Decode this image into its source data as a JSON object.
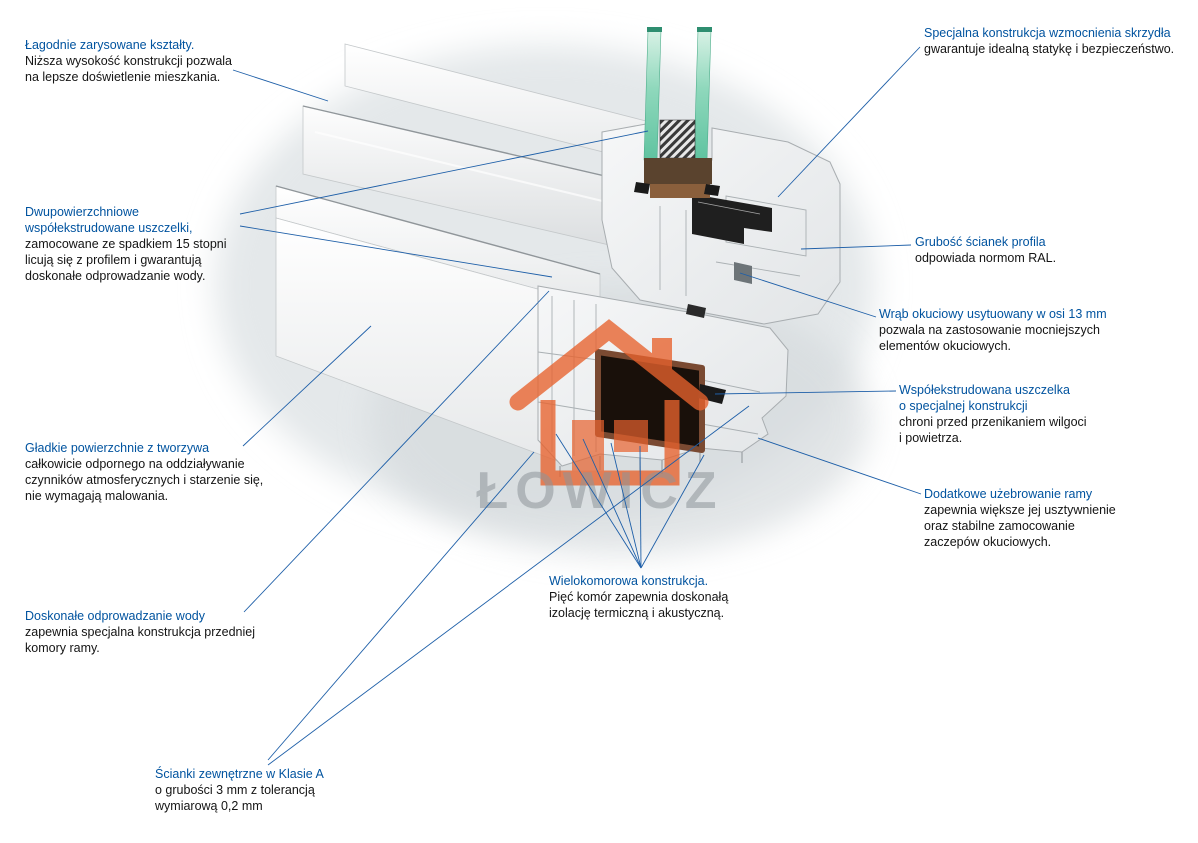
{
  "watermark": {
    "text": "ŁOWICZ"
  },
  "colors": {
    "accent_blue": "#00539F",
    "body_text": "#141414",
    "leader_line": "#1E5FA8",
    "watermark_orange": "#E8622D",
    "watermark_gray": "#8E959A",
    "glass_green": "#6CC7A8",
    "steel_dark": "#19100A"
  },
  "callouts": {
    "soft_shapes": {
      "title": "Łagodnie zarysowane kształty.",
      "body": "Niższa wysokość konstrukcji pozwala\nna lepsze doświetlenie mieszkania."
    },
    "gaskets": {
      "title": "Dwupowierzchniowe\nwspółekstrudowane uszczelki,",
      "body": "zamocowane ze spadkiem 15 stopni\nlicują się z profilem i gwarantują\ndoskonałe odprowadzanie wody."
    },
    "smooth_surfaces": {
      "title": "Gładkie powierzchnie z tworzywa",
      "body": "całkowicie odpornego na oddziaływanie\nczynników atmosferycznych i starzenie się,\nnie wymagają malowania."
    },
    "drainage": {
      "title": "Doskonałe odprowadzanie wody",
      "body": "zapewnia specjalna konstrukcja przedniej\nkomory ramy."
    },
    "outer_walls": {
      "title": "Ścianki zewnętrzne w Klasie A",
      "body": "o grubości 3 mm z tolerancją\nwymiarową 0,2 mm"
    },
    "multi_chamber": {
      "title": "Wielokomorowa konstrukcja.",
      "body": "Pięć komór zapewnia doskonałą\nizolację termiczną i akustyczną."
    },
    "sash_reinforcement": {
      "title": "Specjalna konstrukcja wzmocnienia skrzydła",
      "body": "gwarantuje idealną statykę i bezpieczeństwo."
    },
    "wall_thickness": {
      "title": "Grubość ścianek profila",
      "body": "odpowiada normom RAL."
    },
    "hardware_groove": {
      "title": "Wrąb okuciowy usytuowany w osi 13 mm",
      "body": "pozwala na zastosowanie mocniejszych\nelementów okuciowych."
    },
    "coextruded_gasket": {
      "title": "Współekstrudowana uszczelka\no specjalnej konstrukcji",
      "body": "chroni przed przenikaniem wilgoci\ni powietrza."
    },
    "frame_ribbing": {
      "title": "Dodatkowe użebrowanie ramy",
      "body": "zapewnia większe jej usztywnienie\noraz stabilne zamocowanie\nzaczepów okuciowych."
    }
  }
}
